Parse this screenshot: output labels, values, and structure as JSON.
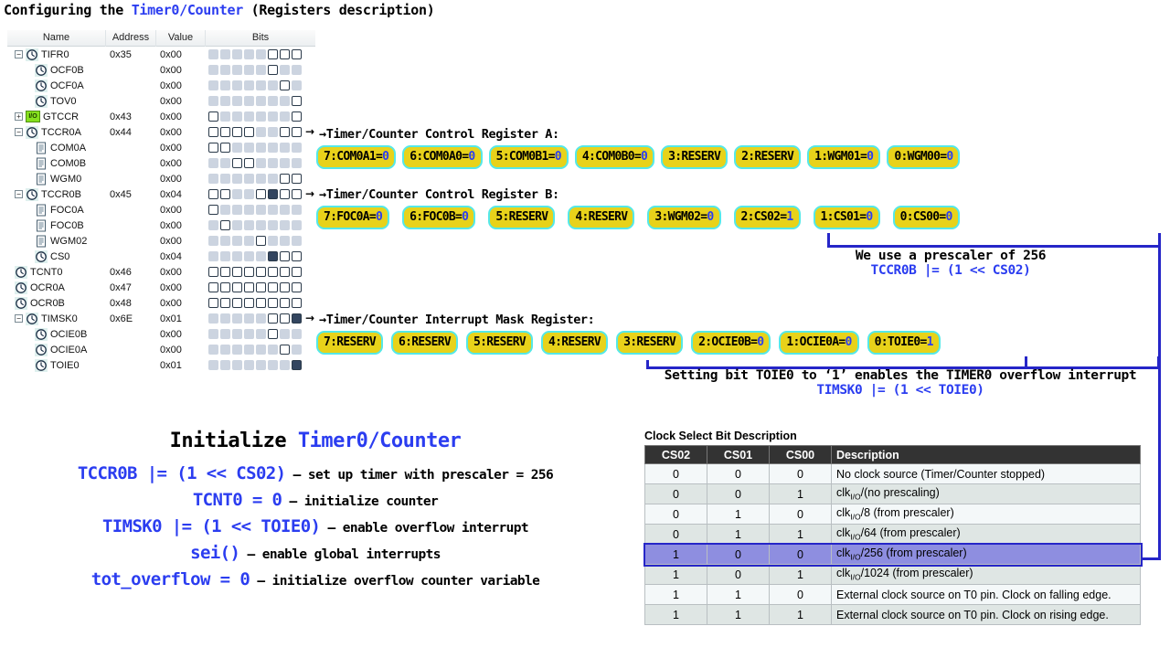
{
  "title": {
    "pre": "Configuring the ",
    "hl": "Timer0/Counter",
    "post": " (Registers description)"
  },
  "register_panel": {
    "columns": [
      "Name",
      "Address",
      "Value",
      "Bits"
    ],
    "rows": [
      {
        "name": "TIFR0",
        "indent": 0,
        "twisty": "minus",
        "icon": "clock-icon",
        "address": "0x35",
        "value": "0x00",
        "bits": [
          "off",
          "off",
          "off",
          "off",
          "off",
          "open",
          "open",
          "open"
        ],
        "arrow": false
      },
      {
        "name": "OCF0B",
        "indent": 1,
        "twisty": "none",
        "icon": "clock-icon",
        "address": "",
        "value": "0x00",
        "bits": [
          "off",
          "off",
          "off",
          "off",
          "off",
          "open",
          "off",
          "off"
        ],
        "arrow": false
      },
      {
        "name": "OCF0A",
        "indent": 1,
        "twisty": "none",
        "icon": "clock-icon",
        "address": "",
        "value": "0x00",
        "bits": [
          "off",
          "off",
          "off",
          "off",
          "off",
          "off",
          "open",
          "off"
        ],
        "arrow": false
      },
      {
        "name": "TOV0",
        "indent": 1,
        "twisty": "none",
        "icon": "clock-icon",
        "address": "",
        "value": "0x00",
        "bits": [
          "off",
          "off",
          "off",
          "off",
          "off",
          "off",
          "off",
          "open"
        ],
        "arrow": false
      },
      {
        "name": "GTCCR",
        "indent": 0,
        "twisty": "plus",
        "icon": "io-icon",
        "address": "0x43",
        "value": "0x00",
        "bits": [
          "open",
          "off",
          "off",
          "off",
          "off",
          "off",
          "off",
          "open"
        ],
        "arrow": false
      },
      {
        "name": "TCCR0A",
        "indent": 0,
        "twisty": "minus",
        "icon": "clock-icon",
        "address": "0x44",
        "value": "0x00",
        "bits": [
          "open",
          "open",
          "open",
          "open",
          "off",
          "off",
          "open",
          "open"
        ],
        "arrow": true
      },
      {
        "name": "COM0A",
        "indent": 1,
        "twisty": "none",
        "icon": "doc-icon",
        "address": "",
        "value": "0x00",
        "bits": [
          "open",
          "open",
          "off",
          "off",
          "off",
          "off",
          "off",
          "off"
        ],
        "arrow": false
      },
      {
        "name": "COM0B",
        "indent": 1,
        "twisty": "none",
        "icon": "doc-icon",
        "address": "",
        "value": "0x00",
        "bits": [
          "off",
          "off",
          "open",
          "open",
          "off",
          "off",
          "off",
          "off"
        ],
        "arrow": false
      },
      {
        "name": "WGM0",
        "indent": 1,
        "twisty": "none",
        "icon": "doc-icon",
        "address": "",
        "value": "0x00",
        "bits": [
          "off",
          "off",
          "off",
          "off",
          "off",
          "off",
          "open",
          "open"
        ],
        "arrow": false
      },
      {
        "name": "TCCR0B",
        "indent": 0,
        "twisty": "minus",
        "icon": "clock-icon",
        "address": "0x45",
        "value": "0x04",
        "bits": [
          "open",
          "open",
          "off",
          "off",
          "open",
          "set",
          "open",
          "open"
        ],
        "arrow": true
      },
      {
        "name": "FOC0A",
        "indent": 1,
        "twisty": "none",
        "icon": "doc-icon",
        "address": "",
        "value": "0x00",
        "bits": [
          "open",
          "off",
          "off",
          "off",
          "off",
          "off",
          "off",
          "off"
        ],
        "arrow": false
      },
      {
        "name": "FOC0B",
        "indent": 1,
        "twisty": "none",
        "icon": "doc-icon",
        "address": "",
        "value": "0x00",
        "bits": [
          "off",
          "open",
          "off",
          "off",
          "off",
          "off",
          "off",
          "off"
        ],
        "arrow": false
      },
      {
        "name": "WGM02",
        "indent": 1,
        "twisty": "none",
        "icon": "doc-icon",
        "address": "",
        "value": "0x00",
        "bits": [
          "off",
          "off",
          "off",
          "off",
          "open",
          "off",
          "off",
          "off"
        ],
        "arrow": false
      },
      {
        "name": "CS0",
        "indent": 1,
        "twisty": "none",
        "icon": "clock-icon",
        "address": "",
        "value": "0x04",
        "bits": [
          "off",
          "off",
          "off",
          "off",
          "off",
          "set",
          "open",
          "open"
        ],
        "arrow": false
      },
      {
        "name": "TCNT0",
        "indent": 0,
        "twisty": "none",
        "icon": "clock-icon",
        "address": "0x46",
        "value": "0x00",
        "bits": [
          "open",
          "open",
          "open",
          "open",
          "open",
          "open",
          "open",
          "open"
        ],
        "arrow": false
      },
      {
        "name": "OCR0A",
        "indent": 0,
        "twisty": "none",
        "icon": "clock-icon",
        "address": "0x47",
        "value": "0x00",
        "bits": [
          "open",
          "open",
          "open",
          "open",
          "open",
          "open",
          "open",
          "open"
        ],
        "arrow": false
      },
      {
        "name": "OCR0B",
        "indent": 0,
        "twisty": "none",
        "icon": "clock-icon",
        "address": "0x48",
        "value": "0x00",
        "bits": [
          "open",
          "open",
          "open",
          "open",
          "open",
          "open",
          "open",
          "open"
        ],
        "arrow": false
      },
      {
        "name": "TIMSK0",
        "indent": 0,
        "twisty": "minus",
        "icon": "clock-icon",
        "address": "0x6E",
        "value": "0x01",
        "bits": [
          "off",
          "off",
          "off",
          "off",
          "off",
          "open",
          "open",
          "set"
        ],
        "arrow": true
      },
      {
        "name": "OCIE0B",
        "indent": 1,
        "twisty": "none",
        "icon": "clock-icon",
        "address": "",
        "value": "0x00",
        "bits": [
          "off",
          "off",
          "off",
          "off",
          "off",
          "open",
          "off",
          "off"
        ],
        "arrow": false
      },
      {
        "name": "OCIE0A",
        "indent": 1,
        "twisty": "none",
        "icon": "clock-icon",
        "address": "",
        "value": "0x00",
        "bits": [
          "off",
          "off",
          "off",
          "off",
          "off",
          "off",
          "open",
          "off"
        ],
        "arrow": false
      },
      {
        "name": "TOIE0",
        "indent": 1,
        "twisty": "none",
        "icon": "clock-icon",
        "address": "",
        "value": "0x01",
        "bits": [
          "off",
          "off",
          "off",
          "off",
          "off",
          "off",
          "off",
          "set"
        ],
        "arrow": false
      }
    ]
  },
  "tccr0a": {
    "caption": "→Timer/Counter Control Register A:",
    "pills": [
      {
        "label": "7:COM0A1=",
        "value": "0"
      },
      {
        "label": "6:COM0A0=",
        "value": "0"
      },
      {
        "label": "5:COM0B1=",
        "value": "0"
      },
      {
        "label": "4:COM0B0=",
        "value": "0"
      },
      {
        "label": "3:RESERV",
        "value": ""
      },
      {
        "label": "2:RESERV",
        "value": ""
      },
      {
        "label": "1:WGM01=",
        "value": "0"
      },
      {
        "label": "0:WGM00=",
        "value": "0"
      }
    ]
  },
  "tccr0b": {
    "caption": "→Timer/Counter Control Register B:",
    "pills": [
      {
        "label": "7:FOC0A=",
        "value": "0"
      },
      {
        "label": "6:FOC0B=",
        "value": "0"
      },
      {
        "label": "5:RESERV",
        "value": ""
      },
      {
        "label": "4:RESERV",
        "value": ""
      },
      {
        "label": "3:WGM02=",
        "value": "0"
      },
      {
        "label": "2:CS02=",
        "value": "1"
      },
      {
        "label": "1:CS01=",
        "value": "0"
      },
      {
        "label": "0:CS00=",
        "value": "0"
      }
    ],
    "note_line1": "We use a prescaler of 256",
    "note_line2": "TCCR0B |= (1 << CS02)"
  },
  "timsk0": {
    "caption": "→Timer/Counter Interrupt Mask Register:",
    "pills": [
      {
        "label": "7:RESERV",
        "value": ""
      },
      {
        "label": "6:RESERV",
        "value": ""
      },
      {
        "label": "5:RESERV",
        "value": ""
      },
      {
        "label": "4:RESERV",
        "value": ""
      },
      {
        "label": "3:RESERV",
        "value": ""
      },
      {
        "label": "2:OCIE0B=",
        "value": "0"
      },
      {
        "label": "1:OCIE0A=",
        "value": "0"
      },
      {
        "label": "0:TOIE0=",
        "value": "1"
      }
    ],
    "note_line1": "Setting bit TOIE0 to ‘1’ enables the TIMER0 overflow interrupt",
    "note_line2": "TIMSK0 |= (1 << TOIE0)"
  },
  "initialize": {
    "title_pre": "Initialize ",
    "title_hl": "Timer0/Counter",
    "lines": [
      {
        "code": "TCCR0B |= (1 << CS02)",
        "desc": " – set up timer with prescaler = 256"
      },
      {
        "code": "TCNT0 = 0",
        "desc": " – initialize counter"
      },
      {
        "code": "TIMSK0 |= (1 << TOIE0)",
        "desc": " – enable overflow interrupt"
      },
      {
        "code": "sei()",
        "desc": " – enable global interrupts"
      },
      {
        "code": "tot_overflow = 0",
        "desc": " – initialize overflow counter variable"
      }
    ]
  },
  "clock_select": {
    "caption": "Clock Select Bit Description",
    "columns": [
      "CS02",
      "CS01",
      "CS00",
      "Description"
    ],
    "rows": [
      {
        "cs02": "0",
        "cs01": "0",
        "cs00": "0",
        "desc_pre": "No clock source (Timer/Counter stopped)",
        "desc_sub": "",
        "desc_post": "",
        "selected": false
      },
      {
        "cs02": "0",
        "cs01": "0",
        "cs00": "1",
        "desc_pre": "clk",
        "desc_sub": "I/O",
        "desc_post": "/(no prescaling)",
        "selected": false
      },
      {
        "cs02": "0",
        "cs01": "1",
        "cs00": "0",
        "desc_pre": "clk",
        "desc_sub": "I/O",
        "desc_post": "/8 (from prescaler)",
        "selected": false
      },
      {
        "cs02": "0",
        "cs01": "1",
        "cs00": "1",
        "desc_pre": "clk",
        "desc_sub": "I/O",
        "desc_post": "/64 (from prescaler)",
        "selected": false
      },
      {
        "cs02": "1",
        "cs01": "0",
        "cs00": "0",
        "desc_pre": "clk",
        "desc_sub": "I/O",
        "desc_post": "/256 (from prescaler)",
        "selected": true
      },
      {
        "cs02": "1",
        "cs01": "0",
        "cs00": "1",
        "desc_pre": "clk",
        "desc_sub": "I/O",
        "desc_post": "/1024 (from prescaler)",
        "selected": false
      },
      {
        "cs02": "1",
        "cs01": "1",
        "cs00": "0",
        "desc_pre": "External clock source on T0 pin. Clock on falling edge.",
        "desc_sub": "",
        "desc_post": "",
        "selected": false
      },
      {
        "cs02": "1",
        "cs01": "1",
        "cs00": "1",
        "desc_pre": "External clock source on T0 pin. Clock on rising edge.",
        "desc_sub": "",
        "desc_post": "",
        "selected": false
      }
    ]
  },
  "colors": {
    "accent_blue": "#2b3df0",
    "pill_yellow": "#e8d21a",
    "pill_border": "#55e8e8",
    "line_blue": "#2626c8",
    "highlight_row": "#8e8ee0"
  }
}
